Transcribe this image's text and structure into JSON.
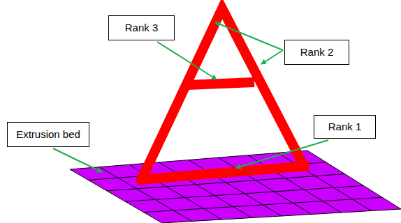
{
  "diagram": {
    "nodes": [
      {
        "text": [
          "Rank 3"
        ]
      },
      {
        "text": [
          "Rank 2"
        ]
      },
      {
        "text": [
          "Rank 1"
        ]
      },
      {
        "text": [
          "Extrusion bed"
        ]
      }
    ]
  }
}
